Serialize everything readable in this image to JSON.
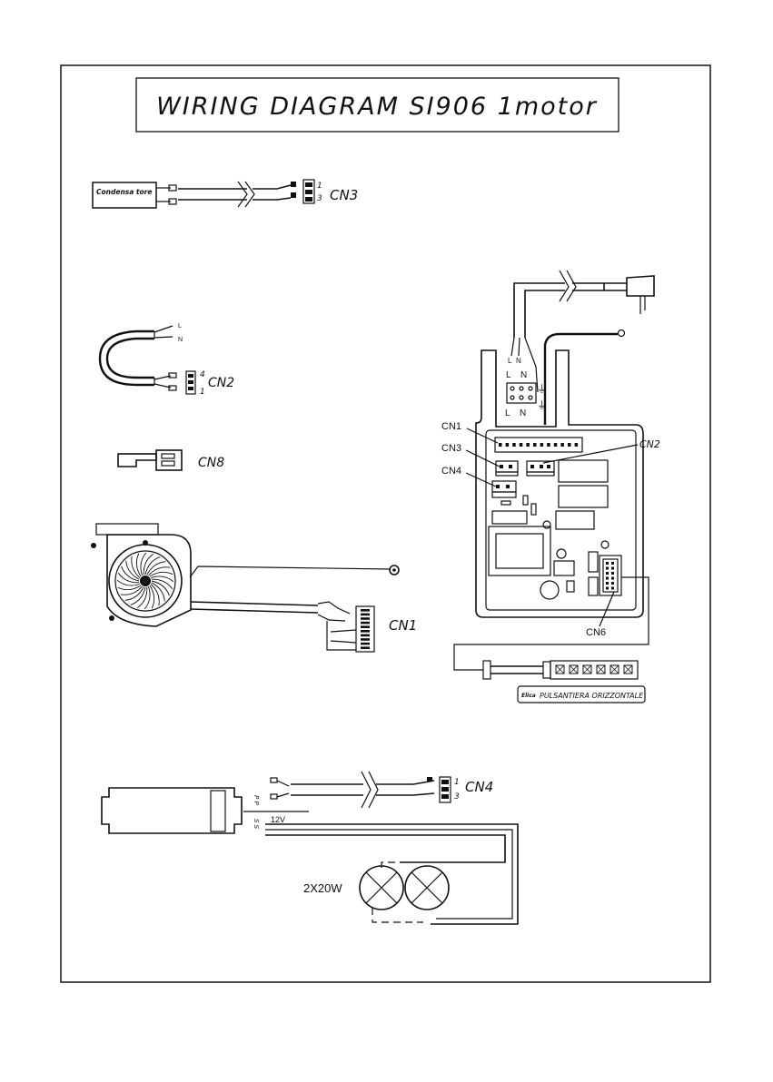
{
  "title": "WIRING DIAGRAM SI906 1motor",
  "capacitor": {
    "label": "Condensa tore",
    "connector": "CN3",
    "pins": [
      "1",
      "3"
    ]
  },
  "mains_loop": {
    "wires": [
      "L",
      "N"
    ],
    "connector": "CN2",
    "pins": [
      "4",
      "1"
    ]
  },
  "cn8": {
    "connector": "CN8"
  },
  "motor": {
    "connector": "CN1"
  },
  "control_box": {
    "cable_wires": [
      "L",
      "N"
    ],
    "terminal_top": [
      "L",
      "N"
    ],
    "terminal_bottom": [
      "L",
      "N"
    ],
    "connectors": [
      "CN1",
      "CN3",
      "CN4",
      "CN2",
      "CN6"
    ]
  },
  "keypad": {
    "label": "PULSANTIERA ORIZZONTALE",
    "brand": "Elica"
  },
  "lighting": {
    "connector": "CN4",
    "pins": [
      "1",
      "3"
    ],
    "transformer_in": "P P",
    "transformer_out": "S S",
    "voltage": "12V",
    "lamps": "2X20W"
  }
}
